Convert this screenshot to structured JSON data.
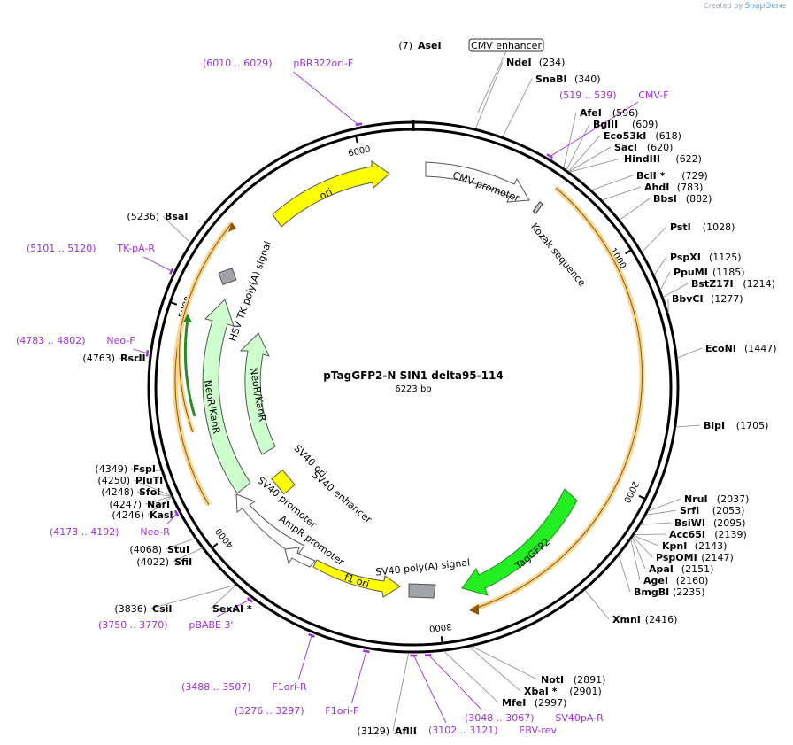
{
  "credit": {
    "prefix": "Created by",
    "brand": "SnapGene"
  },
  "plasmid": {
    "name": "pTagGFP2-N SIN1 delta95-114",
    "size": "6223 bp",
    "length": 6223
  },
  "colors": {
    "backbone": "#000000",
    "primer": "#9b30d9",
    "ori": "#ffff00",
    "neo": "#ccffcc",
    "promoter": "#ffffff",
    "gfp": "#22ee22",
    "polyA": "#a0a4a8",
    "orf": "#f0a830"
  },
  "ticks": [
    {
      "pos": 1000,
      "label": "1000"
    },
    {
      "pos": 2000,
      "label": "2000"
    },
    {
      "pos": 3000,
      "label": "3000"
    },
    {
      "pos": 4000,
      "label": "4000"
    },
    {
      "pos": 5000,
      "label": "5000"
    },
    {
      "pos": 6000,
      "label": "6000"
    }
  ],
  "enzymes": [
    {
      "name": "AseI",
      "pos": "(7)",
      "side": "L"
    },
    {
      "name": "NdeI",
      "pos": "(234)",
      "side": "R"
    },
    {
      "name": "SnaBI",
      "pos": "(340)",
      "side": "R"
    },
    {
      "name": "AfeI",
      "pos": "(596)",
      "side": "R"
    },
    {
      "name": "BglII",
      "pos": "(609)",
      "side": "R"
    },
    {
      "name": "Eco53kI",
      "pos": "(618)",
      "side": "R"
    },
    {
      "name": "SacI",
      "pos": "(620)",
      "side": "R"
    },
    {
      "name": "HindIII",
      "pos": "(622)",
      "side": "R"
    },
    {
      "name": "BclI *",
      "pos": "(729)",
      "side": "R"
    },
    {
      "name": "AhdI",
      "pos": "(783)",
      "side": "R"
    },
    {
      "name": "BbsI",
      "pos": "(882)",
      "side": "R"
    },
    {
      "name": "PstI",
      "pos": "(1028)",
      "side": "R"
    },
    {
      "name": "PspXI",
      "pos": "(1125)",
      "side": "R"
    },
    {
      "name": "PpuMI",
      "pos": "(1185)",
      "side": "R"
    },
    {
      "name": "BstZ17I",
      "pos": "(1214)",
      "side": "R"
    },
    {
      "name": "BbvCI",
      "pos": "(1277)",
      "side": "R"
    },
    {
      "name": "EcoNI",
      "pos": "(1447)",
      "side": "R"
    },
    {
      "name": "BlpI",
      "pos": "(1705)",
      "side": "R"
    },
    {
      "name": "NruI",
      "pos": "(2037)",
      "side": "R"
    },
    {
      "name": "SrfI",
      "pos": "(2053)",
      "side": "R"
    },
    {
      "name": "BsiWI",
      "pos": "(2095)",
      "side": "R"
    },
    {
      "name": "Acc65I",
      "pos": "(2139)",
      "side": "R"
    },
    {
      "name": "KpnI",
      "pos": "(2143)",
      "side": "R"
    },
    {
      "name": "PspOMI",
      "pos": "(2147)",
      "side": "R"
    },
    {
      "name": "ApaI",
      "pos": "(2151)",
      "side": "R"
    },
    {
      "name": "AgeI",
      "pos": "(2160)",
      "side": "R"
    },
    {
      "name": "BmgBI",
      "pos": "(2235)",
      "side": "R"
    },
    {
      "name": "XmnI",
      "pos": "(2416)",
      "side": "R"
    },
    {
      "name": "NotI",
      "pos": "(2891)",
      "side": "R"
    },
    {
      "name": "XbaI *",
      "pos": "(2901)",
      "side": "R"
    },
    {
      "name": "MfeI",
      "pos": "(2997)",
      "side": "R"
    },
    {
      "name": "AflII",
      "pos": "(3129)",
      "side": "L"
    },
    {
      "name": "CsiI",
      "pos": "(3836)",
      "side": "L"
    },
    {
      "name": "SexAI *",
      "pos": "",
      "side": "L"
    },
    {
      "name": "SfiI",
      "pos": "(4022)",
      "side": "L"
    },
    {
      "name": "StuI",
      "pos": "(4068)",
      "side": "L"
    },
    {
      "name": "KasI",
      "pos": "(4246)",
      "side": "L"
    },
    {
      "name": "NarI",
      "pos": "(4247)",
      "side": "L"
    },
    {
      "name": "SfoI",
      "pos": "(4248)",
      "side": "L"
    },
    {
      "name": "PluTI",
      "pos": "(4250)",
      "side": "L"
    },
    {
      "name": "FspI",
      "pos": "(4349)",
      "side": "L"
    },
    {
      "name": "RsrII",
      "pos": "(4763)",
      "side": "L"
    },
    {
      "name": "BsaI",
      "pos": "(5236)",
      "side": "L"
    }
  ],
  "primers": [
    {
      "name": "pBR322ori-F",
      "range": "(6010 .. 6029)"
    },
    {
      "name": "CMV-F",
      "range": "(519 .. 539)"
    },
    {
      "name": "SV40pA-R",
      "range": "(3048 .. 3067)"
    },
    {
      "name": "EBV-rev",
      "range": "(3102 .. 3121)"
    },
    {
      "name": "F1ori-F",
      "range": "(3276 .. 3297)"
    },
    {
      "name": "F1ori-R",
      "range": "(3488 .. 3507)"
    },
    {
      "name": "pBABE 3'",
      "range": "(3750 .. 3770)"
    },
    {
      "name": "Neo-R",
      "range": "(4173 .. 4192)"
    },
    {
      "name": "Neo-F",
      "range": "(4783 .. 4802)"
    },
    {
      "name": "TK-pA-R",
      "range": "(5101 .. 5120)"
    }
  ],
  "features": [
    {
      "name": "CMV enhancer"
    },
    {
      "name": "CMV promoter"
    },
    {
      "name": "Kozak sequence"
    },
    {
      "name": "TagGFP2"
    },
    {
      "name": "SV40 poly(A) signal"
    },
    {
      "name": "f1 ori"
    },
    {
      "name": "AmpR promoter"
    },
    {
      "name": "SV40 promoter"
    },
    {
      "name": "SV40 enhancer"
    },
    {
      "name": "SV40 ori"
    },
    {
      "name": "NeoR/KanR"
    },
    {
      "name": "NeoR/KanR"
    },
    {
      "name": "HSV TK poly(A) signal"
    },
    {
      "name": "ori"
    }
  ]
}
